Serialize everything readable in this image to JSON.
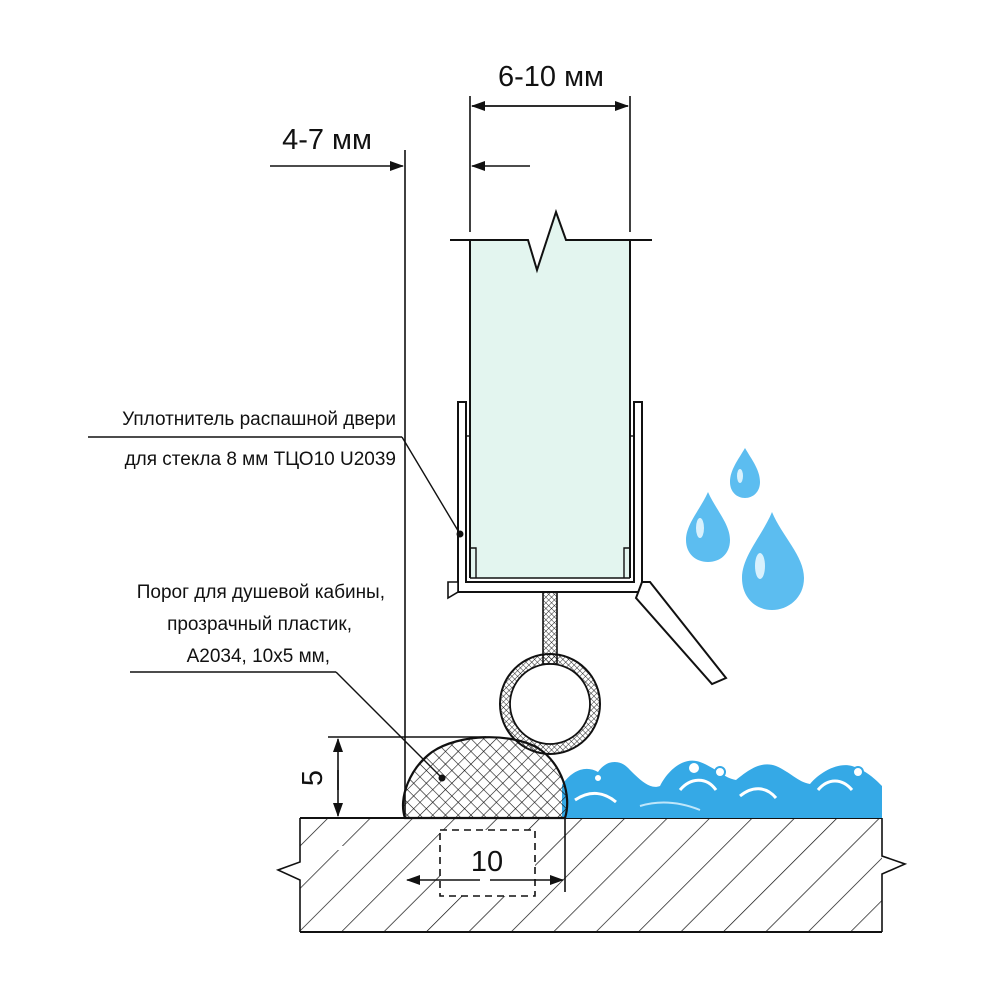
{
  "dimensions": {
    "glass_thickness": "6-10 мм",
    "gap": "4-7 мм",
    "threshold_height": "5",
    "threshold_width": "10"
  },
  "labels": {
    "seal_line1": "Уплотнитель распашной двери",
    "seal_line2": "для стекла 8 мм ТЦО10 U2039",
    "threshold_line1": "Порог для душевой кабины,",
    "threshold_line2": "прозрачный пластик,",
    "threshold_line3": "А2034, 10х5 мм,"
  },
  "colors": {
    "glass": "#e3f5ef",
    "water": "#35a9e6",
    "drop": "#5cbdf0",
    "line": "#111111"
  },
  "icons": [
    "water-drop-icon",
    "water-wave-icon"
  ]
}
